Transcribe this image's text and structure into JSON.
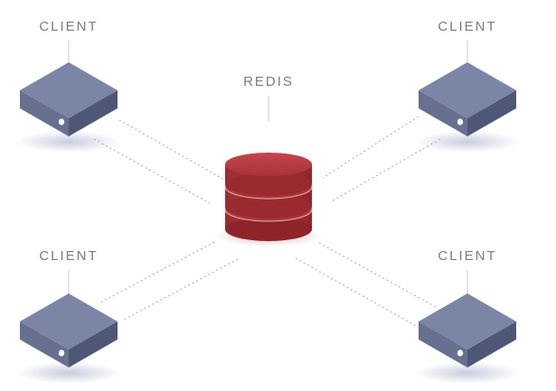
{
  "labels": {
    "server": "REDIS",
    "client_tl": "CLIENT",
    "client_tr": "CLIENT",
    "client_bl": "CLIENT",
    "client_br": "CLIENT"
  },
  "colors": {
    "client_top": "#7b86a6",
    "client_left": "#67708e",
    "client_right": "#4f5776",
    "database": "#b23a3f",
    "database_dark": "#8e2429",
    "connector": "#b5b5b5",
    "label": "#7a7a7a"
  },
  "icons": {
    "client": "server-box-icon",
    "server": "database-icon"
  }
}
